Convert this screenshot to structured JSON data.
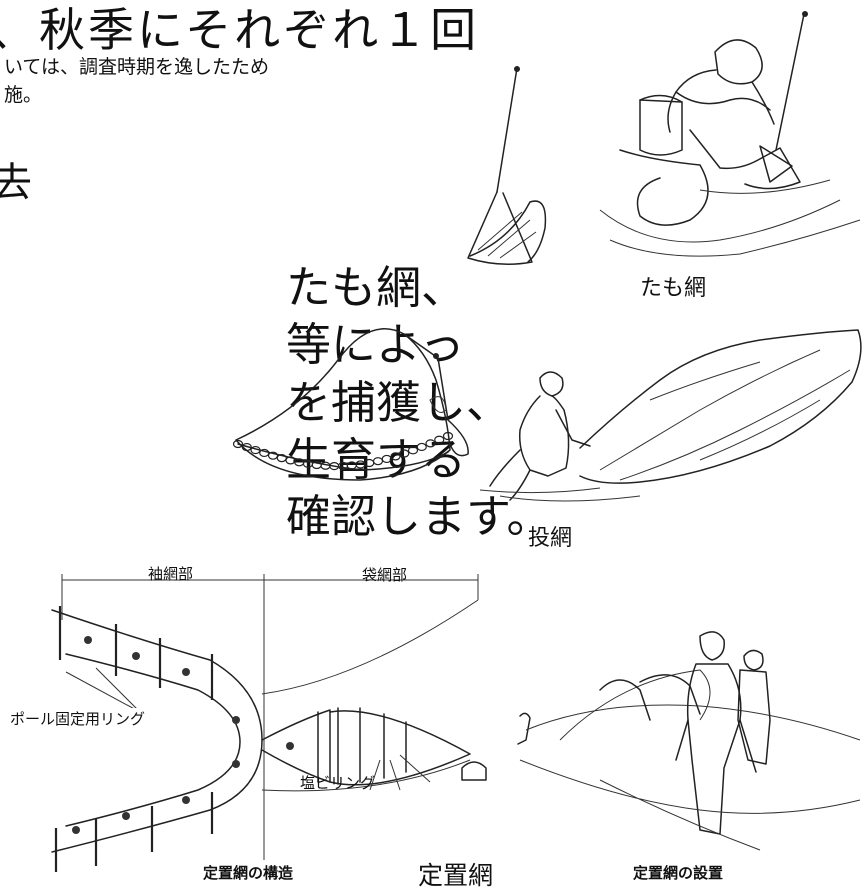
{
  "heading": {
    "line1": "、秋季にそれぞれ１回"
  },
  "note": {
    "line1": "いては、調査時期を逸したため",
    "line2": "施。"
  },
  "method_heading": "去",
  "body_lines": [
    "たも網、",
    "等によっ",
    "を捕獲し、",
    "生育する",
    "確認します。"
  ],
  "captions": {
    "tamo": "たも網",
    "toami": "投網",
    "teichi": "定置網"
  },
  "diagram_labels": {
    "sode": "袖網部",
    "fukuro": "袋網部",
    "pole_ring": "ポール固定用リング",
    "shio_ring": "塩ビリング",
    "structure": "定置網の構造",
    "installation": "定置網の設置"
  },
  "icons": [
    "tamo-net-illustration",
    "cast-net-illustration",
    "fixed-net-structure-diagram",
    "fixed-net-installation-illustration"
  ]
}
